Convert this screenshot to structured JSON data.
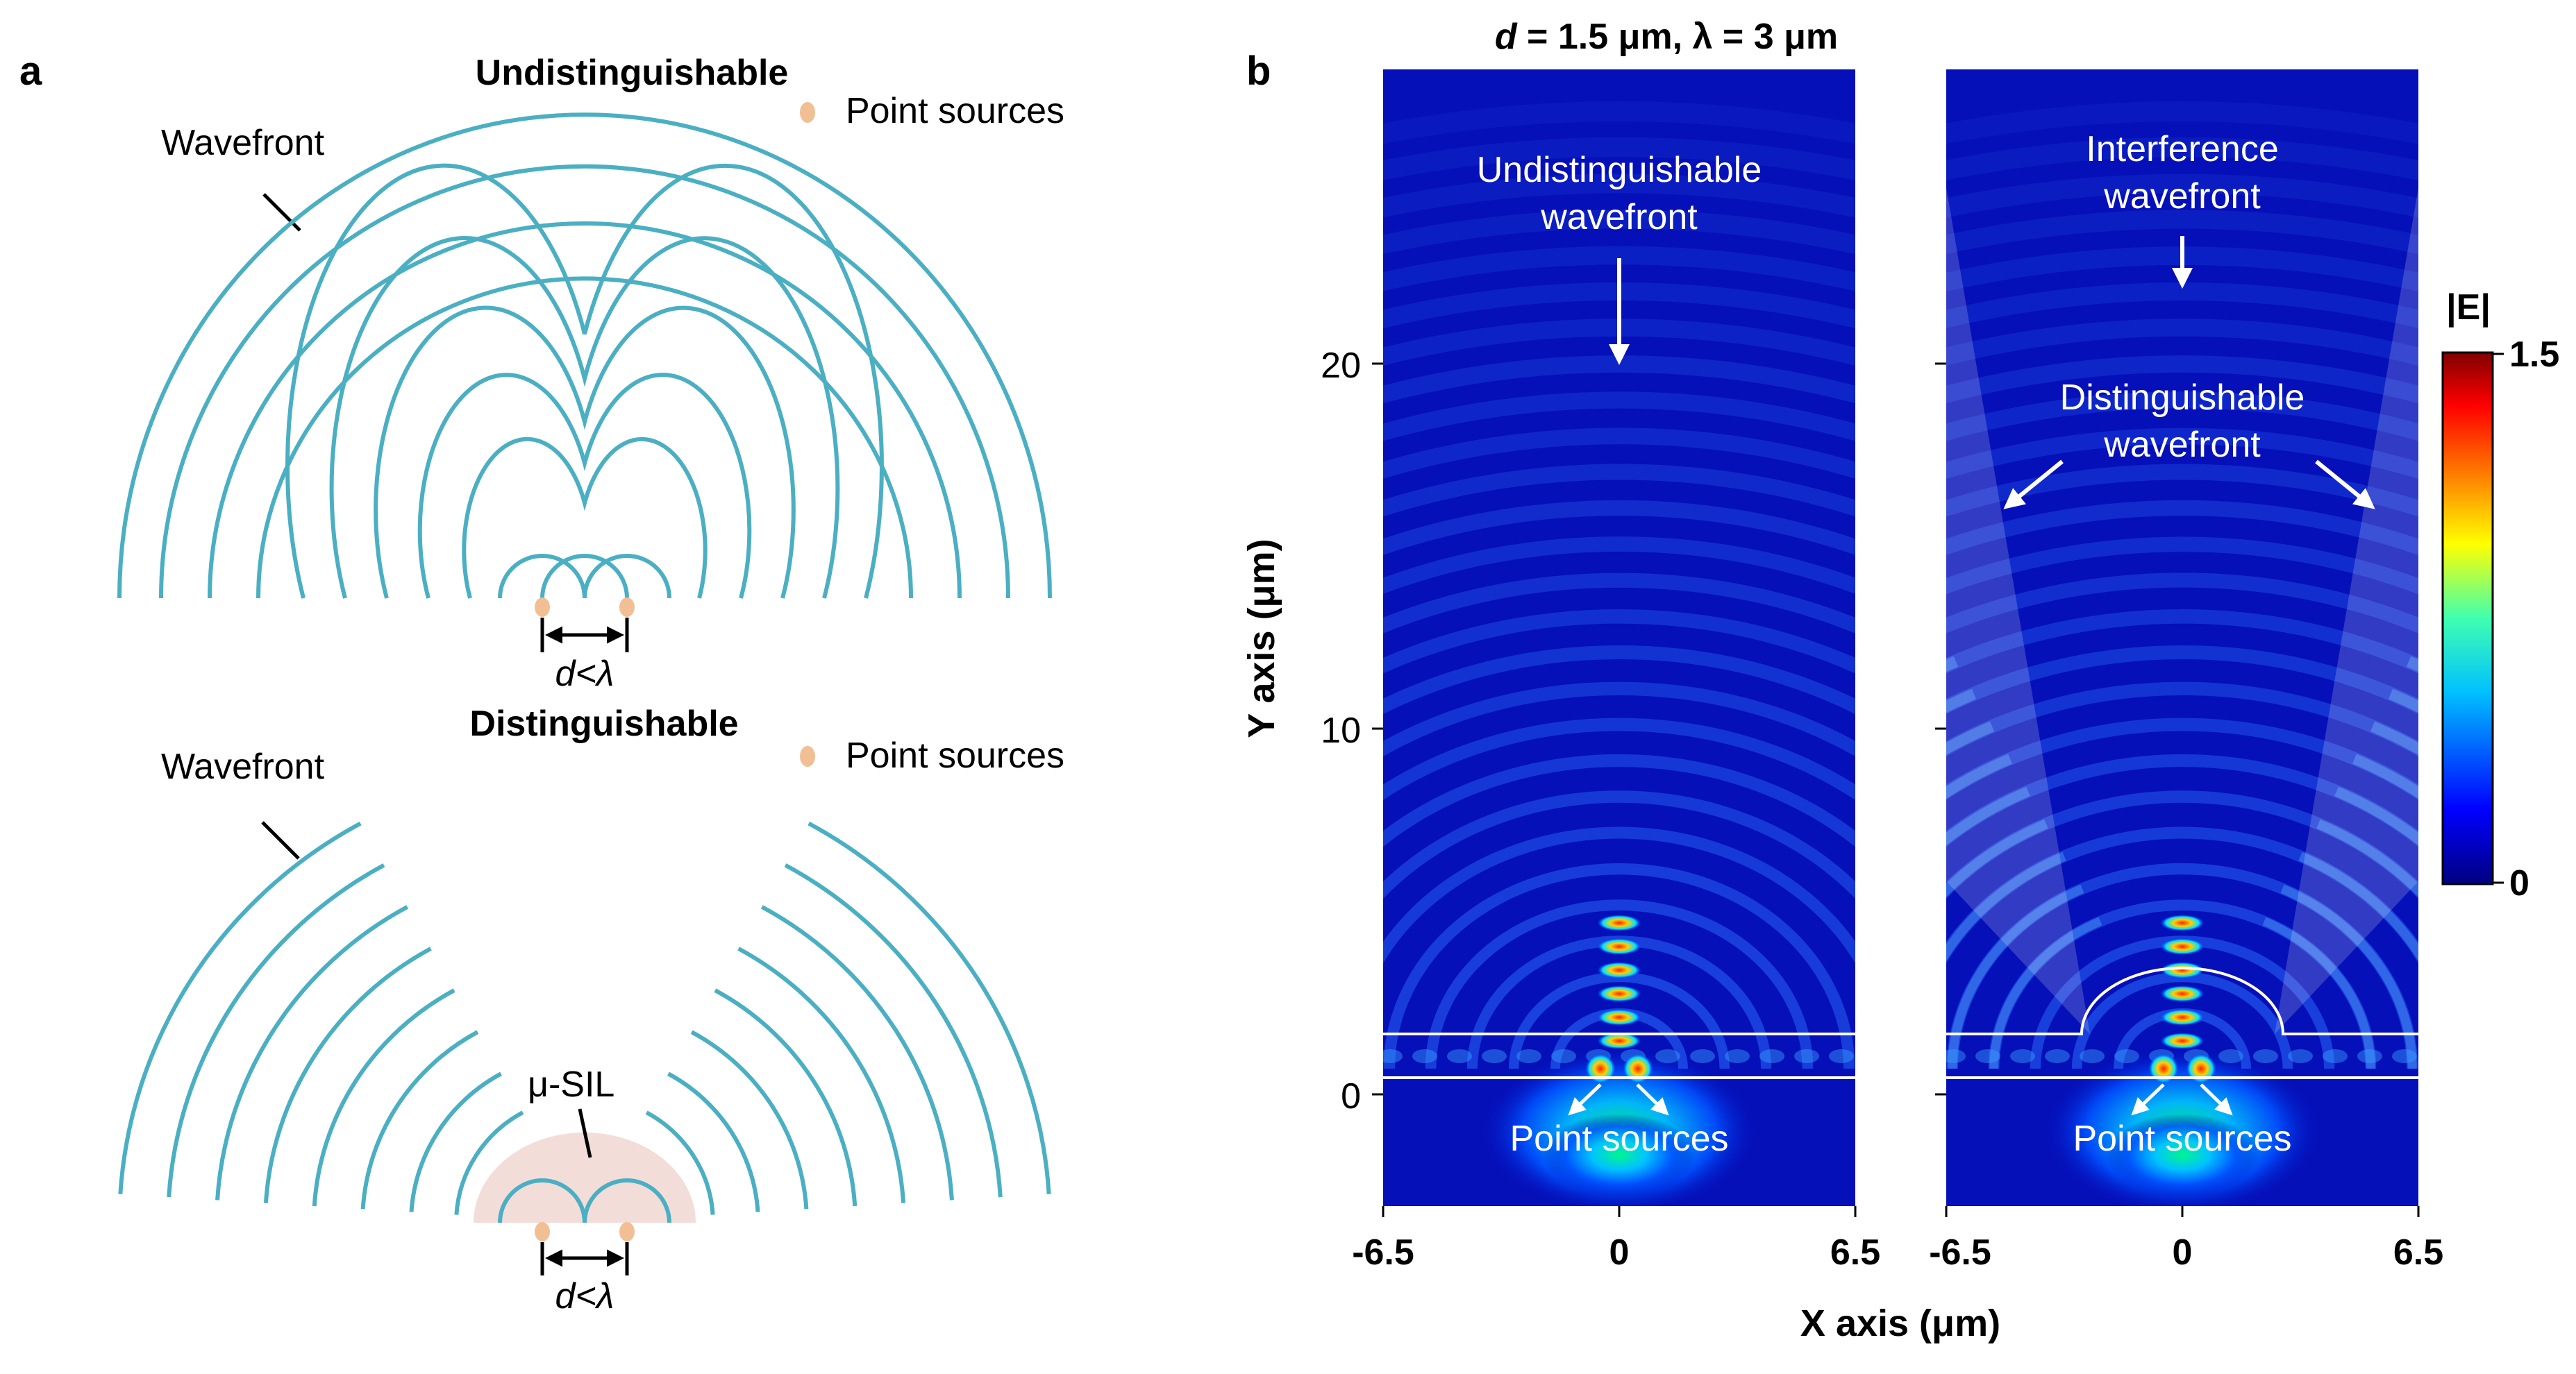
{
  "panel_a": {
    "label": "a",
    "top": {
      "title": "Undistinguishable",
      "wavefront_label": "Wavefront",
      "legend_label": "Point sources",
      "separation_label": "d<λ"
    },
    "bottom": {
      "title": "Distinguishable",
      "wavefront_label": "Wavefront",
      "legend_label": "Point sources",
      "lens_label": "μ-SIL",
      "separation_label": "d<λ"
    },
    "colors": {
      "wave": "#4bafc3",
      "source": "#f2bf95",
      "lens": "#f3ddd9"
    }
  },
  "panel_b": {
    "label": "b",
    "title_prefix": "d",
    "title_rest": " = 1.5 μm, λ = 3 μm",
    "left_plot": {
      "annotation_line1": "Undistinguishable",
      "annotation_line2": "wavefront",
      "sources_label": "Point sources"
    },
    "right_plot": {
      "annotation_top_line1": "Interference",
      "annotation_top_line2": "wavefront",
      "annotation_mid_line1": "Distinguishable",
      "annotation_mid_line2": "wavefront",
      "sources_label": "Point sources"
    },
    "y_axis": {
      "label": "Y axis (μm)",
      "ticks": [
        "20",
        "10",
        "0"
      ]
    },
    "x_axis": {
      "label": "X axis (μm)",
      "left_ticks": [
        "-6.5",
        "0",
        "6.5"
      ],
      "right_ticks": [
        "-6.5",
        "0",
        "6.5"
      ]
    },
    "colorbar": {
      "title": "|E|",
      "max_label": "1.5",
      "min_label": "0",
      "colormap": [
        "#00007f",
        "#0000ff",
        "#00c0ff",
        "#40ffb0",
        "#ffff00",
        "#ff6000",
        "#ff0000",
        "#800000"
      ]
    }
  }
}
